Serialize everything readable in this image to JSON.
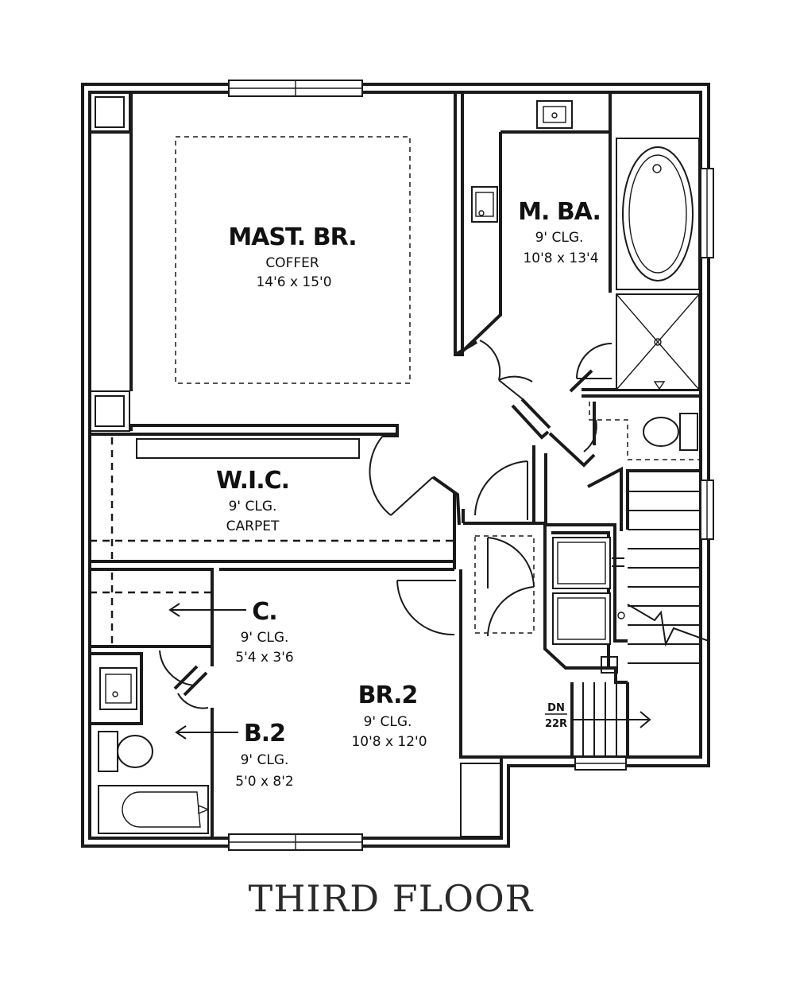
{
  "title": "THIRD FLOOR",
  "rooms": {
    "master_bedroom": {
      "name": "MAST. BR.",
      "note": "COFFER",
      "size": "14'6 x 15'0"
    },
    "master_bath": {
      "name": "M. BA.",
      "note": "9' CLG.",
      "size": "10'8 x 13'4"
    },
    "walk_in_closet": {
      "name": "W.I.C.",
      "note": "9' CLG.",
      "finish": "CARPET"
    },
    "closet": {
      "name": "C.",
      "note": "9' CLG.",
      "size": "5'4 x 3'6"
    },
    "bath_2": {
      "name": "B.2",
      "note": "9' CLG.",
      "size": "5'0 x 8'2"
    },
    "bedroom_2": {
      "name": "BR.2",
      "note": "9' CLG.",
      "size": "10'8 x 12'0"
    }
  },
  "stair": {
    "direction": "DN",
    "risers": "22R"
  }
}
